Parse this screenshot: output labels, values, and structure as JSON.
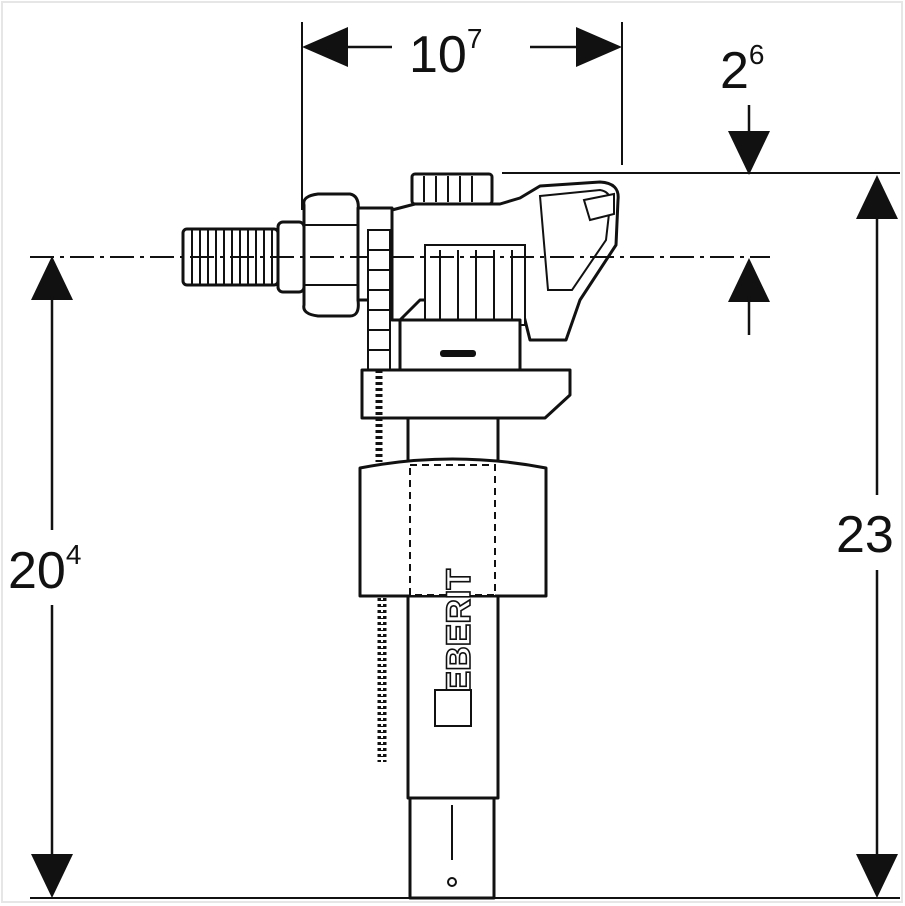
{
  "dimensions": {
    "top_width": {
      "main": "10",
      "sup": "7"
    },
    "top_offset": {
      "main": "2",
      "sup": "6"
    },
    "right_height": {
      "main": "23",
      "sup": ""
    },
    "left_height": {
      "main": "20",
      "sup": "4"
    }
  },
  "product": {
    "brand_logo": "GEBERIT"
  }
}
